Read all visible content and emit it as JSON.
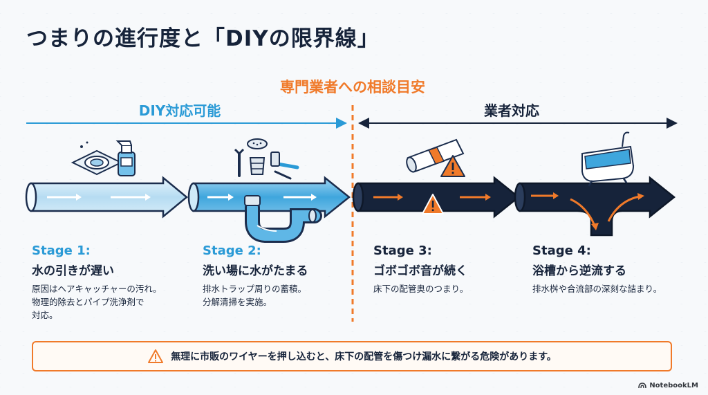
{
  "title": "つまりの進行度と「DIYの限界線」",
  "consult_label": "専門業者への相談目安",
  "zones": {
    "diy": "DIY対応可能",
    "pro": "業者対応"
  },
  "stages": [
    {
      "num": "Stage 1:",
      "heading": "水の引きが遅い",
      "desc_lines": [
        "原因はヘアキャッチャーの汚れ。",
        "物理的除去とパイプ洗浄剤で",
        "対応。"
      ]
    },
    {
      "num": "Stage 2:",
      "heading": "洗い場に水がたまる",
      "desc_lines": [
        "排水トラップ周りの蓄積。",
        "分解清掃を実施。"
      ]
    },
    {
      "num": "Stage 3:",
      "heading": "ゴボゴボ音が続く",
      "desc_lines": [
        "床下の配管奥のつまり。"
      ]
    },
    {
      "num": "Stage 4:",
      "heading": "浴槽から逆流する",
      "desc_lines": [
        "排水桝や合流部の深刻な詰まり。"
      ]
    }
  ],
  "warning": "無理に市販のワイヤーを押し込むと、床下の配管を傷つけ漏水に繋がる危険があります。",
  "brand": "NotebookLM",
  "icons": [
    "drain-cover-icon",
    "spray-bottle-icon",
    "drain-strainer-icon",
    "pipe-trap-icon",
    "wrench-icon",
    "hammer-icon",
    "clogged-pipe-icon",
    "warning-icon",
    "bathtub-icon"
  ],
  "colors": {
    "navy": "#16233a",
    "light_blue": "#2a9ad6",
    "orange": "#f07a2a"
  }
}
